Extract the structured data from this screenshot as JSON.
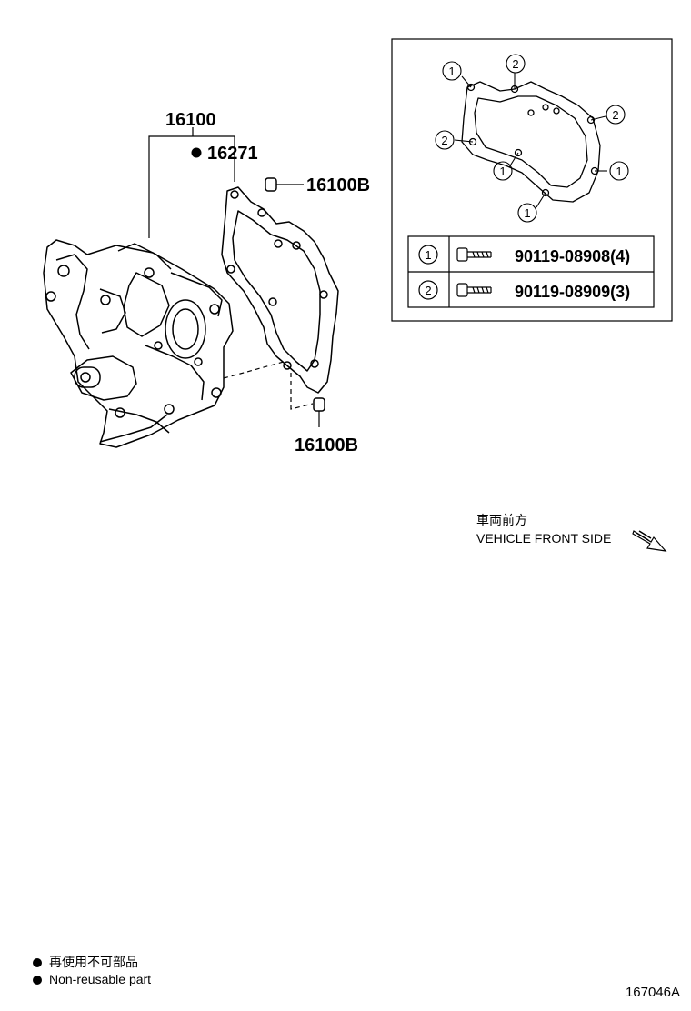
{
  "callouts": {
    "assembly": "16100",
    "gasket": "16271",
    "plug_upper": "16100B",
    "plug_lower": "16100B"
  },
  "bolt_table": [
    {
      "marker": "1",
      "part": "90119-08908(4)"
    },
    {
      "marker": "2",
      "part": "90119-08909(3)"
    }
  ],
  "gasket_markers": [
    "1",
    "2",
    "2",
    "2",
    "1",
    "1",
    "1"
  ],
  "front": {
    "jp": "車両前方",
    "en": "VEHICLE FRONT SIDE"
  },
  "legend": {
    "jp": "再使用不可部品",
    "en": "Non-reusable part"
  },
  "diagram_code": "167046A"
}
